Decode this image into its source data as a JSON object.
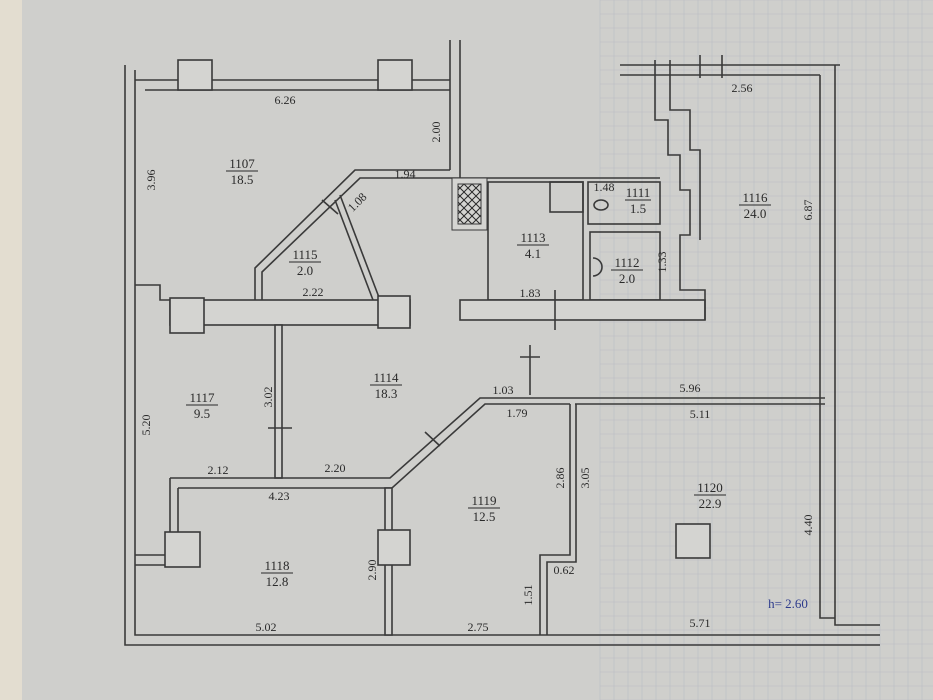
{
  "rooms": [
    {
      "number": "1107",
      "area": "18.5"
    },
    {
      "number": "1111",
      "area": "1.5"
    },
    {
      "number": "1112",
      "area": "2.0"
    },
    {
      "number": "1113",
      "area": "4.1"
    },
    {
      "number": "1114",
      "area": "18.3"
    },
    {
      "number": "1115",
      "area": "2.0"
    },
    {
      "number": "1116",
      "area": "24.0"
    },
    {
      "number": "1117",
      "area": "9.5"
    },
    {
      "number": "1118",
      "area": "12.8"
    },
    {
      "number": "1119",
      "area": "12.5"
    },
    {
      "number": "1120",
      "area": "22.9"
    }
  ],
  "dimensions": {
    "top_1107": "6.26",
    "right_1107": "2.00",
    "left_1107": "3.96",
    "wall_1107": "1.94",
    "door_1115": "1.08",
    "base_1115": "2.22",
    "top_1116": "2.56",
    "right_1116": "6.87",
    "d_1111": "1.48",
    "d_1112": "1.33",
    "d_1113": "1.83",
    "left_1117": "5.20",
    "partition_1117": "3.02",
    "d_1114a": "1.03",
    "d_1114b": "1.79",
    "top_1120a": "5.96",
    "top_1120b": "5.11",
    "left_1117_bottom": "2.12",
    "d_1114c": "2.20",
    "top_1118": "4.23",
    "right_1118": "2.90",
    "d_1119a": "2.86",
    "d_1119b": "3.05",
    "d_1119c": "0.62",
    "d_1119d": "1.51",
    "right_1120": "4.40",
    "bottom_1118": "5.02",
    "bottom_1119": "2.75",
    "bottom_1120": "5.71"
  },
  "ceiling_height": "h= 2.60"
}
